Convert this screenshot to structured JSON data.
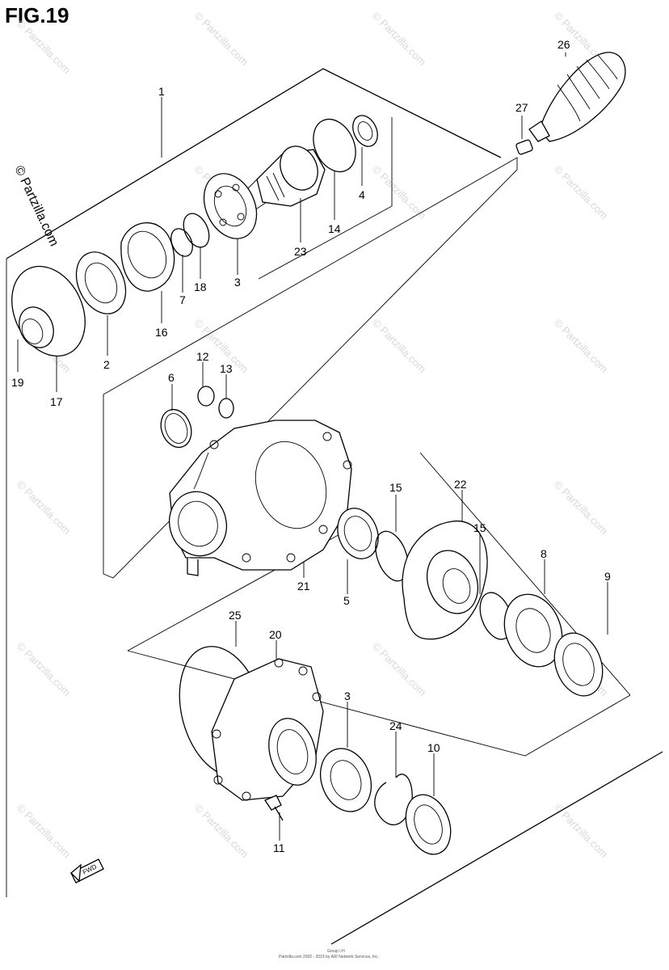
{
  "figure": {
    "title": "FIG.19"
  },
  "watermark": {
    "text": "© Partzilla.com",
    "side_text": "© Partzilla.com"
  },
  "fwd_label": "FWD",
  "parts": [
    {
      "id": "p1",
      "label": "1"
    },
    {
      "id": "p26",
      "label": "26"
    },
    {
      "id": "p27",
      "label": "27"
    },
    {
      "id": "p4",
      "label": "4"
    },
    {
      "id": "p14",
      "label": "14"
    },
    {
      "id": "p23",
      "label": "23"
    },
    {
      "id": "p3a",
      "label": "3"
    },
    {
      "id": "p18",
      "label": "18"
    },
    {
      "id": "p7",
      "label": "7"
    },
    {
      "id": "p16",
      "label": "16"
    },
    {
      "id": "p2",
      "label": "2"
    },
    {
      "id": "p19",
      "label": "19"
    },
    {
      "id": "p17",
      "label": "17"
    },
    {
      "id": "p12",
      "label": "12"
    },
    {
      "id": "p13",
      "label": "13"
    },
    {
      "id": "p6",
      "label": "6"
    },
    {
      "id": "p15a",
      "label": "15"
    },
    {
      "id": "p22",
      "label": "22"
    },
    {
      "id": "p15b",
      "label": "15"
    },
    {
      "id": "p8",
      "label": "8"
    },
    {
      "id": "p9",
      "label": "9"
    },
    {
      "id": "p21",
      "label": "21"
    },
    {
      "id": "p5",
      "label": "5"
    },
    {
      "id": "p25",
      "label": "25"
    },
    {
      "id": "p20",
      "label": "20"
    },
    {
      "id": "p3b",
      "label": "3"
    },
    {
      "id": "p24",
      "label": "24"
    },
    {
      "id": "p10",
      "label": "10"
    },
    {
      "id": "p11",
      "label": "11"
    }
  ],
  "footer": {
    "line1": "Group I.H",
    "line2": "Partzilla.com 2002 - 2019 by ARI Network Services, Inc."
  }
}
